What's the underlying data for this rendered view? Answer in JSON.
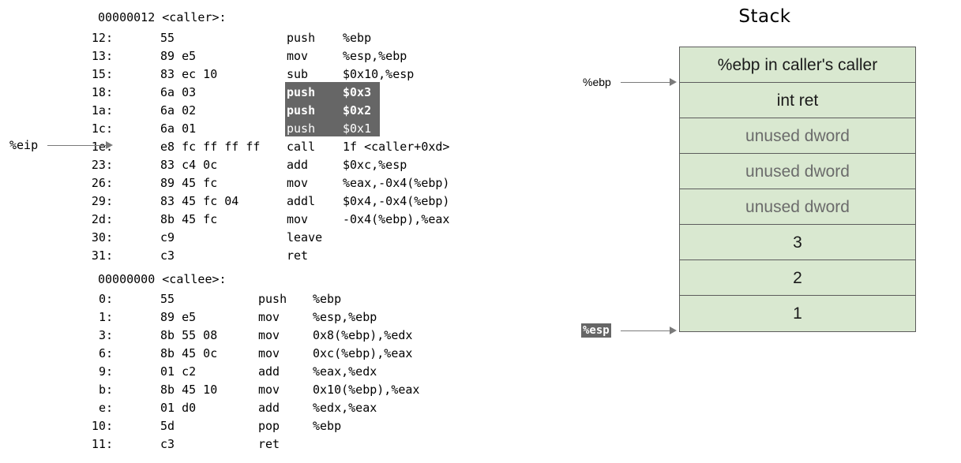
{
  "disassembly": {
    "caller": {
      "header": "00000012 <caller>:",
      "columns": {
        "address": 143,
        "bytes": 203,
        "mnemonic": 363,
        "operands": 434
      },
      "instructions": [
        {
          "addr": "12:",
          "bytes": "55",
          "mnem": "push",
          "ops": "%ebp",
          "highlight": false
        },
        {
          "addr": "13:",
          "bytes": "89 e5",
          "mnem": "mov",
          "ops": "%esp,%ebp",
          "highlight": false
        },
        {
          "addr": "15:",
          "bytes": "83 ec 10",
          "mnem": "sub",
          "ops": "$0x10,%esp",
          "highlight": false
        },
        {
          "addr": "18:",
          "bytes": "6a 03",
          "mnem": "push",
          "ops": "$0x3",
          "highlight": true
        },
        {
          "addr": "1a:",
          "bytes": "6a 02",
          "mnem": "push",
          "ops": "$0x2",
          "highlight": true
        },
        {
          "addr": "1c:",
          "bytes": "6a 01",
          "mnem": "push",
          "ops": "$0x1",
          "highlight": true,
          "dim": true
        },
        {
          "addr": "1e:",
          "bytes": "e8 fc ff ff ff",
          "mnem": "call",
          "ops": "1f <caller+0xd>",
          "highlight": false
        },
        {
          "addr": "23:",
          "bytes": "83 c4 0c",
          "mnem": "add",
          "ops": "$0xc,%esp",
          "highlight": false
        },
        {
          "addr": "26:",
          "bytes": "89 45 fc",
          "mnem": "mov",
          "ops": "%eax,-0x4(%ebp)",
          "highlight": false
        },
        {
          "addr": "29:",
          "bytes": "83 45 fc 04",
          "mnem": "addl",
          "ops": "$0x4,-0x4(%ebp)",
          "highlight": false
        },
        {
          "addr": "2d:",
          "bytes": "8b 45 fc",
          "mnem": "mov",
          "ops": "-0x4(%ebp),%eax",
          "highlight": false
        },
        {
          "addr": "30:",
          "bytes": "c9",
          "mnem": "leave",
          "ops": "",
          "highlight": false
        },
        {
          "addr": "31:",
          "bytes": "c3",
          "mnem": "ret",
          "ops": "",
          "highlight": false
        }
      ]
    },
    "callee": {
      "header": "00000000 <callee>:",
      "columns": {
        "address": 143,
        "bytes": 203,
        "mnemonic": 327,
        "operands": 396
      },
      "instructions": [
        {
          "addr": "0:",
          "bytes": "55",
          "mnem": "push",
          "ops": "%ebp"
        },
        {
          "addr": "1:",
          "bytes": "89 e5",
          "mnem": "mov",
          "ops": "%esp,%ebp"
        },
        {
          "addr": "3:",
          "bytes": "8b 55 08",
          "mnem": "mov",
          "ops": "0x8(%ebp),%edx"
        },
        {
          "addr": "6:",
          "bytes": "8b 45 0c",
          "mnem": "mov",
          "ops": "0xc(%ebp),%eax"
        },
        {
          "addr": "9:",
          "bytes": "01 c2",
          "mnem": "add",
          "ops": "%eax,%edx"
        },
        {
          "addr": "b:",
          "bytes": "8b 45 10",
          "mnem": "mov",
          "ops": "0x10(%ebp),%eax"
        },
        {
          "addr": "e:",
          "bytes": "01 d0",
          "mnem": "add",
          "ops": "%edx,%eax"
        },
        {
          "addr": "10:",
          "bytes": "5d",
          "mnem": "pop",
          "ops": "%ebp"
        },
        {
          "addr": "11:",
          "bytes": "c3",
          "mnem": "ret",
          "ops": ""
        }
      ]
    },
    "eip_pointer": {
      "label": "%eip",
      "points_at": "1e:"
    }
  },
  "stack": {
    "title": "Stack",
    "cells": [
      {
        "text": "%ebp in caller's caller",
        "muted": false
      },
      {
        "text": "int ret",
        "muted": false
      },
      {
        "text": "unused dword",
        "muted": true
      },
      {
        "text": "unused dword",
        "muted": true
      },
      {
        "text": "unused dword",
        "muted": true
      },
      {
        "text": "3",
        "muted": false
      },
      {
        "text": "2",
        "muted": false
      },
      {
        "text": "1",
        "muted": false
      }
    ],
    "pointers": [
      {
        "label": "%ebp",
        "target_boundary": 1,
        "inverted": false
      },
      {
        "label": "%esp",
        "target_boundary": 8,
        "inverted": true
      }
    ]
  },
  "colors": {
    "highlight_bg": "#666666",
    "highlight_fg": "#ffffff",
    "stack_fill": "#d9e8d0",
    "stack_border": "#5c5c5c",
    "muted_text": "#6b6b6b",
    "arrow": "#7a7a7a",
    "background": "#ffffff"
  }
}
